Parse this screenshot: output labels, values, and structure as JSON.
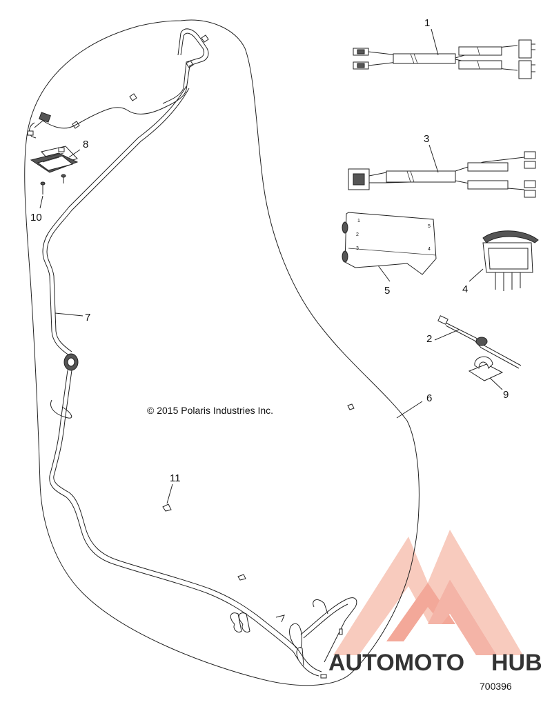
{
  "diagram": {
    "copyright": "© 2015 Polaris Industries Inc.",
    "drawing_number": "700396",
    "callouts": [
      "1",
      "2",
      "3",
      "4",
      "5",
      "6",
      "7",
      "8",
      "9",
      "10",
      "11"
    ],
    "switch_module_pins": [
      "1",
      "2",
      "3",
      "4",
      "5"
    ]
  },
  "watermark": {
    "part1": "AUTOMOTO",
    "part2": "HUB",
    "color_light": "#f4b7a4",
    "color_mid": "#ef8a78",
    "color_orange": "#f6b860",
    "color_grey": "#a9a9a9"
  }
}
